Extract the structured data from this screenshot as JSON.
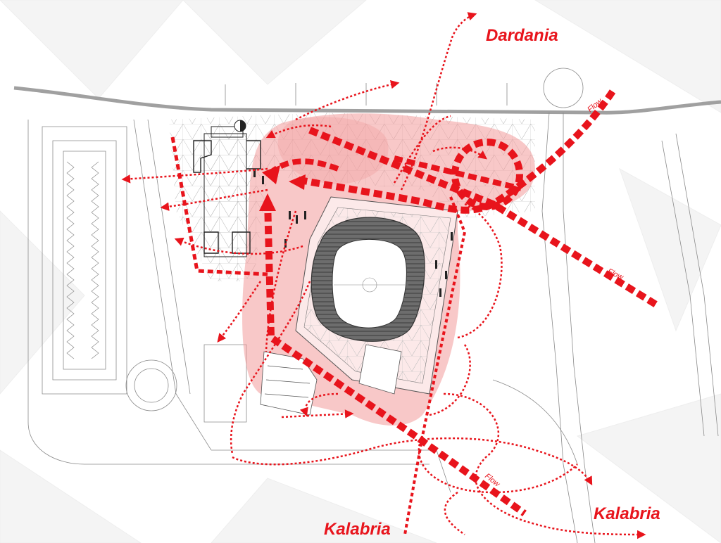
{
  "colors": {
    "accent": "#e8141c",
    "zone": "#f29a9a",
    "linework": "#8a8a8a",
    "road": "#a0a0a0",
    "background": "#ffffff"
  },
  "labels": {
    "dardania": "Dardania",
    "kalabria_right": "Kalabria",
    "kalabria_bottom": "Kalabria",
    "flow_top": "Flow",
    "flow_right": "Flow",
    "flow_bottom": "Flow"
  },
  "icons": {
    "north": "compass-icon"
  }
}
